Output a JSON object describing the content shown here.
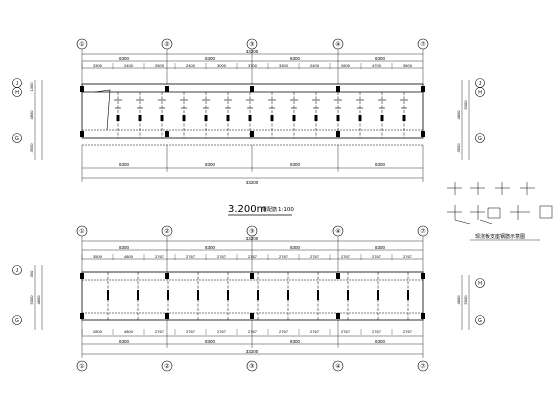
{
  "axes": {
    "columns": [
      "①",
      "②",
      "③",
      "④",
      "⑦"
    ],
    "rows": [
      "J",
      "H",
      "G"
    ]
  },
  "plan1": {
    "overall": "33200",
    "bays": [
      "8300",
      "8300",
      "8300",
      "8300"
    ],
    "sub_top": [
      "3300",
      "2400",
      "2600",
      "2400",
      "3000",
      "3700",
      "3300",
      "2400",
      "2600",
      "4700",
      "3600"
    ],
    "sub_bottom": [
      "8300",
      "8300",
      "8300",
      "8300"
    ],
    "left_dims": [
      "1350",
      "4800",
      "3500"
    ],
    "right_dims": [
      "4800",
      "5000",
      "3500"
    ],
    "title_main": "3.200m",
    "title_sub": "梁配筋",
    "scale": "1:100"
  },
  "plan2": {
    "overall": "33200",
    "bays": [
      "8300",
      "8300",
      "8300",
      "8300"
    ],
    "sub_top": [
      "3500",
      "4800",
      "2767",
      "2767",
      "2767",
      "2767",
      "2767",
      "2767",
      "2767",
      "2767",
      "2767"
    ],
    "sub_bottom": [
      "2800",
      "4800",
      "2767",
      "2767",
      "2767",
      "2767",
      "2767",
      "2767",
      "2767",
      "2767",
      "2767"
    ],
    "bottom_bays": [
      "8300",
      "8300",
      "8300",
      "8300"
    ],
    "left_dims": [
      "350",
      "5000",
      "4800"
    ],
    "right_dims": [
      "4800",
      "5000"
    ]
  },
  "legend": {
    "title": "现浇板支座钢筋示意图"
  }
}
